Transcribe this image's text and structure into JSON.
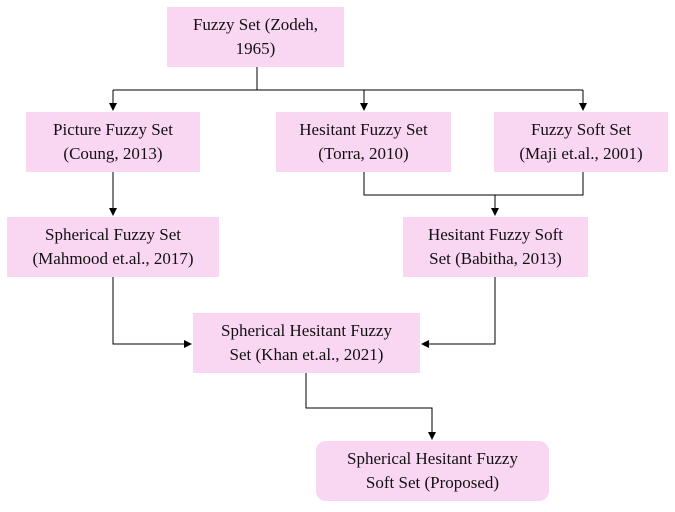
{
  "nodes": {
    "root": {
      "line1": "Fuzzy Set (Zodeh,",
      "line2": "1965)"
    },
    "picture": {
      "line1": "Picture Fuzzy Set",
      "line2": "(Coung, 2013)"
    },
    "hesitant": {
      "line1": "Hesitant Fuzzy Set",
      "line2": "(Torra, 2010)"
    },
    "soft": {
      "line1": "Fuzzy Soft Set",
      "line2": "(Maji et.al., 2001)"
    },
    "spherical": {
      "line1": "Spherical Fuzzy Set",
      "line2": "(Mahmood et.al., 2017)"
    },
    "hesitant_soft": {
      "line1": "Hesitant Fuzzy Soft",
      "line2": "Set (Babitha, 2013)"
    },
    "spherical_hesitant": {
      "line1": "Spherical Hesitant Fuzzy",
      "line2": "Set (Khan et.al., 2021)"
    },
    "proposed": {
      "line1": "Spherical Hesitant Fuzzy",
      "line2": "Soft Set (Proposed)"
    }
  },
  "edges": [
    {
      "from": "root",
      "to": "picture"
    },
    {
      "from": "root",
      "to": "hesitant"
    },
    {
      "from": "root",
      "to": "soft"
    },
    {
      "from": "picture",
      "to": "spherical"
    },
    {
      "from": "hesitant",
      "to": "hesitant_soft"
    },
    {
      "from": "soft",
      "to": "hesitant_soft"
    },
    {
      "from": "spherical",
      "to": "spherical_hesitant"
    },
    {
      "from": "hesitant_soft",
      "to": "spherical_hesitant"
    },
    {
      "from": "spherical_hesitant",
      "to": "proposed"
    }
  ],
  "colors": {
    "box_fill": "#f9d6f2",
    "connector": "#000000",
    "text": "#111111"
  }
}
